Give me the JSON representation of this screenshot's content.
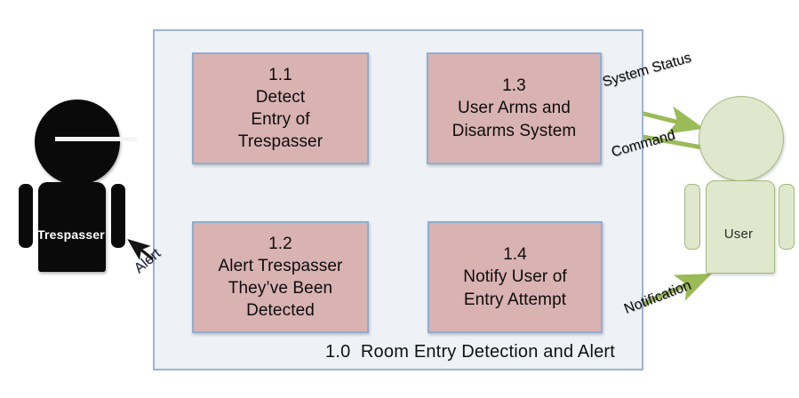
{
  "diagram": {
    "title_caption": "1.0  Room Entry Detection and Alert",
    "boundary_name": "system-boundary",
    "colors": {
      "process_fill": "#D9B2B2",
      "process_border": "#8FADD0",
      "boundary_fill": "#EEF2F6",
      "boundary_border": "#9CB3D2",
      "green_arrow": "#9BBB59",
      "black_arrow": "#111111",
      "user_fill": "#DFE7CC",
      "user_border": "#A3B97F",
      "trespasser_fill": "#0A0A0A"
    }
  },
  "processes": [
    {
      "id": "1.1",
      "number": "1.1",
      "lines": [
        "Detect",
        "Entry of",
        "Trespasser"
      ]
    },
    {
      "id": "1.3",
      "number": "1.3",
      "lines": [
        "User Arms and",
        "Disarms System"
      ]
    },
    {
      "id": "1.2",
      "number": "1.2",
      "lines": [
        "Alert Trespasser",
        "They’ve Been",
        "Detected"
      ]
    },
    {
      "id": "1.4",
      "number": "1.4",
      "lines": [
        "Notify User of",
        "Entry Attempt"
      ]
    }
  ],
  "actors": [
    {
      "id": "trespasser",
      "label": "Trespasser",
      "style": "black-masked-figure"
    },
    {
      "id": "user",
      "label": "User",
      "style": "green-figure"
    }
  ],
  "flows": [
    {
      "id": "system-status",
      "label": "System Status",
      "direction": "to-user",
      "color": "#9BBB59"
    },
    {
      "id": "command",
      "label": "Command",
      "direction": "to-system",
      "color": "#9BBB59"
    },
    {
      "id": "notification",
      "label": "Notification",
      "direction": "to-user",
      "color": "#9BBB59"
    },
    {
      "id": "alert",
      "label": "Alert",
      "direction": "to-trespasser",
      "color": "#111111"
    }
  ]
}
